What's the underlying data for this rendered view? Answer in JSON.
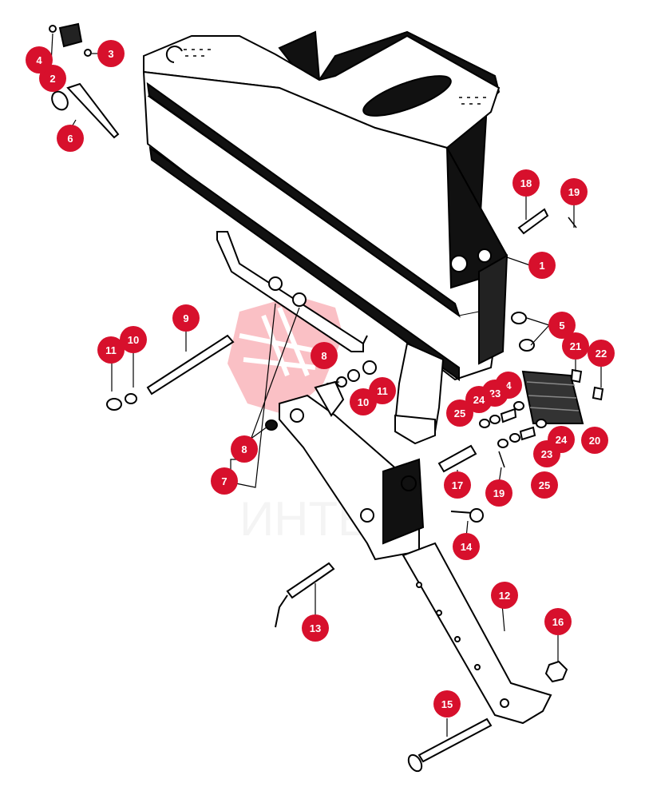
{
  "watermark": {
    "text": "ИНТЕХ",
    "color": "#d9d9d9"
  },
  "callout_color": "#d7102c",
  "callouts": [
    {
      "id": "c1",
      "label": "1"
    },
    {
      "id": "c2",
      "label": "2"
    },
    {
      "id": "c3",
      "label": "3"
    },
    {
      "id": "c4a",
      "label": "4"
    },
    {
      "id": "c4b",
      "label": "4"
    },
    {
      "id": "c5",
      "label": "5"
    },
    {
      "id": "c6",
      "label": "6"
    },
    {
      "id": "c7",
      "label": "7"
    },
    {
      "id": "c8a",
      "label": "8"
    },
    {
      "id": "c8b",
      "label": "8"
    },
    {
      "id": "c9",
      "label": "9"
    },
    {
      "id": "c10a",
      "label": "10"
    },
    {
      "id": "c10b",
      "label": "10"
    },
    {
      "id": "c11a",
      "label": "11"
    },
    {
      "id": "c11b",
      "label": "11"
    },
    {
      "id": "c12",
      "label": "12"
    },
    {
      "id": "c13",
      "label": "13"
    },
    {
      "id": "c14",
      "label": "14"
    },
    {
      "id": "c15",
      "label": "15"
    },
    {
      "id": "c16",
      "label": "16"
    },
    {
      "id": "c17",
      "label": "17"
    },
    {
      "id": "c18",
      "label": "18"
    },
    {
      "id": "c19a",
      "label": "19"
    },
    {
      "id": "c19b",
      "label": "19"
    },
    {
      "id": "c20",
      "label": "20"
    },
    {
      "id": "c21",
      "label": "21"
    },
    {
      "id": "c22",
      "label": "22"
    },
    {
      "id": "c23a",
      "label": "23"
    },
    {
      "id": "c23b",
      "label": "23"
    },
    {
      "id": "c24a",
      "label": "24"
    },
    {
      "id": "c24b",
      "label": "24"
    },
    {
      "id": "c25a",
      "label": "25"
    },
    {
      "id": "c25b",
      "label": "25"
    }
  ]
}
